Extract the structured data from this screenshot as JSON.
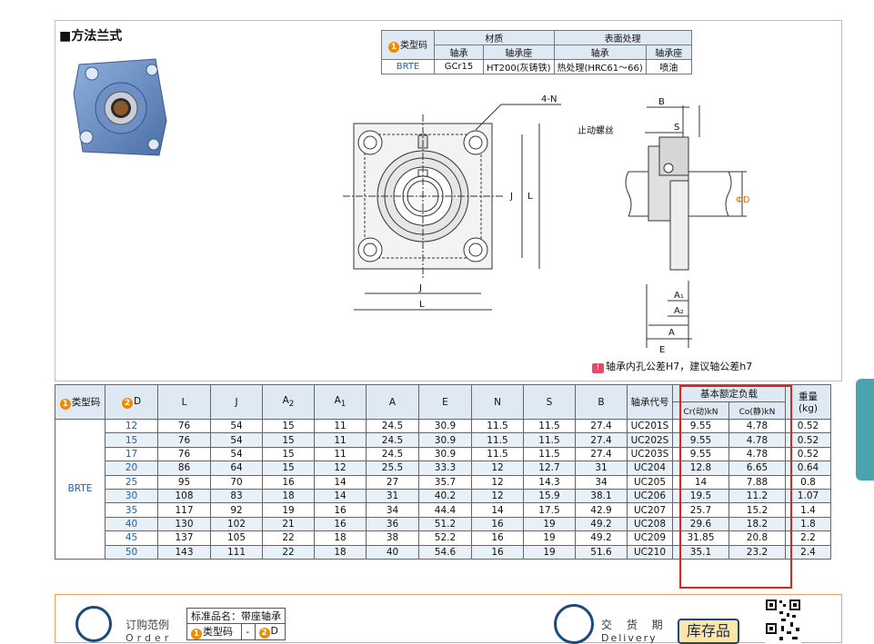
{
  "section_title": "■方法兰式",
  "material_table": {
    "type_code_label": "类型码",
    "type_code_num": "1",
    "material_header": "材质",
    "surface_header": "表面处理",
    "sub_headers": [
      "轴承",
      "轴承座",
      "轴承",
      "轴承座"
    ],
    "row": {
      "code": "BRTE",
      "bearing_material": "GCr15",
      "housing_material": "HT200(灰铸铁)",
      "bearing_surface": "热处理(HRC61～66)",
      "housing_surface": "喷油"
    }
  },
  "drawing_labels": {
    "n": "4-N",
    "j_vert": "J",
    "l_vert": "L",
    "j_horiz": "J",
    "l_horiz": "L",
    "stop_screw": "止动螺丝",
    "b": "B",
    "s": "S",
    "d": "ΦD",
    "a1": "A₁",
    "a2": "A₂",
    "a": "A",
    "e": "E"
  },
  "tolerance_note": "轴承内孔公差H7，建议轴公差h7",
  "spec_table": {
    "headers": {
      "type": "类型码",
      "type_num": "1",
      "d": "D",
      "d_num": "2",
      "l": "L",
      "j": "J",
      "a2": "A",
      "a2_sub": "2",
      "a1": "A",
      "a1_sub": "1",
      "a": "A",
      "e": "E",
      "n": "N",
      "s": "S",
      "b": "B",
      "bearing_code": "轴承代号",
      "load": "基本额定负载",
      "cr": "Cr(动)kN",
      "co": "Co(静)kN",
      "weight": "重量",
      "weight_unit": "(kg)"
    },
    "type_code": "BRTE",
    "rows": [
      {
        "d": "12",
        "l": "76",
        "j": "54",
        "a2": "15",
        "a1": "11",
        "a": "24.5",
        "e": "30.9",
        "n": "11.5",
        "s": "11.5",
        "b": "27.4",
        "code": "UC201S",
        "cr": "9.55",
        "co": "4.78",
        "w": "0.52"
      },
      {
        "d": "15",
        "l": "76",
        "j": "54",
        "a2": "15",
        "a1": "11",
        "a": "24.5",
        "e": "30.9",
        "n": "11.5",
        "s": "11.5",
        "b": "27.4",
        "code": "UC202S",
        "cr": "9.55",
        "co": "4.78",
        "w": "0.52"
      },
      {
        "d": "17",
        "l": "76",
        "j": "54",
        "a2": "15",
        "a1": "11",
        "a": "24.5",
        "e": "30.9",
        "n": "11.5",
        "s": "11.5",
        "b": "27.4",
        "code": "UC203S",
        "cr": "9.55",
        "co": "4.78",
        "w": "0.52"
      },
      {
        "d": "20",
        "l": "86",
        "j": "64",
        "a2": "15",
        "a1": "12",
        "a": "25.5",
        "e": "33.3",
        "n": "12",
        "s": "12.7",
        "b": "31",
        "code": "UC204",
        "cr": "12.8",
        "co": "6.65",
        "w": "0.64"
      },
      {
        "d": "25",
        "l": "95",
        "j": "70",
        "a2": "16",
        "a1": "14",
        "a": "27",
        "e": "35.7",
        "n": "12",
        "s": "14.3",
        "b": "34",
        "code": "UC205",
        "cr": "14",
        "co": "7.88",
        "w": "0.8"
      },
      {
        "d": "30",
        "l": "108",
        "j": "83",
        "a2": "18",
        "a1": "14",
        "a": "31",
        "e": "40.2",
        "n": "12",
        "s": "15.9",
        "b": "38.1",
        "code": "UC206",
        "cr": "19.5",
        "co": "11.2",
        "w": "1.07"
      },
      {
        "d": "35",
        "l": "117",
        "j": "92",
        "a2": "19",
        "a1": "16",
        "a": "34",
        "e": "44.4",
        "n": "14",
        "s": "17.5",
        "b": "42.9",
        "code": "UC207",
        "cr": "25.7",
        "co": "15.2",
        "w": "1.4"
      },
      {
        "d": "40",
        "l": "130",
        "j": "102",
        "a2": "21",
        "a1": "16",
        "a": "36",
        "e": "51.2",
        "n": "16",
        "s": "19",
        "b": "49.2",
        "code": "UC208",
        "cr": "29.6",
        "co": "18.2",
        "w": "1.8"
      },
      {
        "d": "45",
        "l": "137",
        "j": "105",
        "a2": "22",
        "a1": "18",
        "a": "38",
        "e": "52.2",
        "n": "16",
        "s": "19",
        "b": "49.2",
        "code": "UC209",
        "cr": "31.85",
        "co": "20.8",
        "w": "2.2"
      },
      {
        "d": "50",
        "l": "143",
        "j": "111",
        "a2": "22",
        "a1": "18",
        "a": "40",
        "e": "54.6",
        "n": "16",
        "s": "19",
        "b": "51.6",
        "code": "UC210",
        "cr": "35.1",
        "co": "23.2",
        "w": "2.4"
      }
    ]
  },
  "order": {
    "label": "订购范例",
    "label_en": "Order",
    "std_name": "标准品名：带座轴承",
    "type_code": "类型码",
    "type_num": "1",
    "dash": "-",
    "d_num": "2",
    "d": "D"
  },
  "delivery": {
    "label": "交 货 期",
    "label_en": "Delivery",
    "stock": "库存品"
  },
  "colors": {
    "accent_blue": "#1a5fb4",
    "header_bg": "#dfe9f3",
    "highlight_red": "#e0241c",
    "orange": "#f08a00"
  }
}
